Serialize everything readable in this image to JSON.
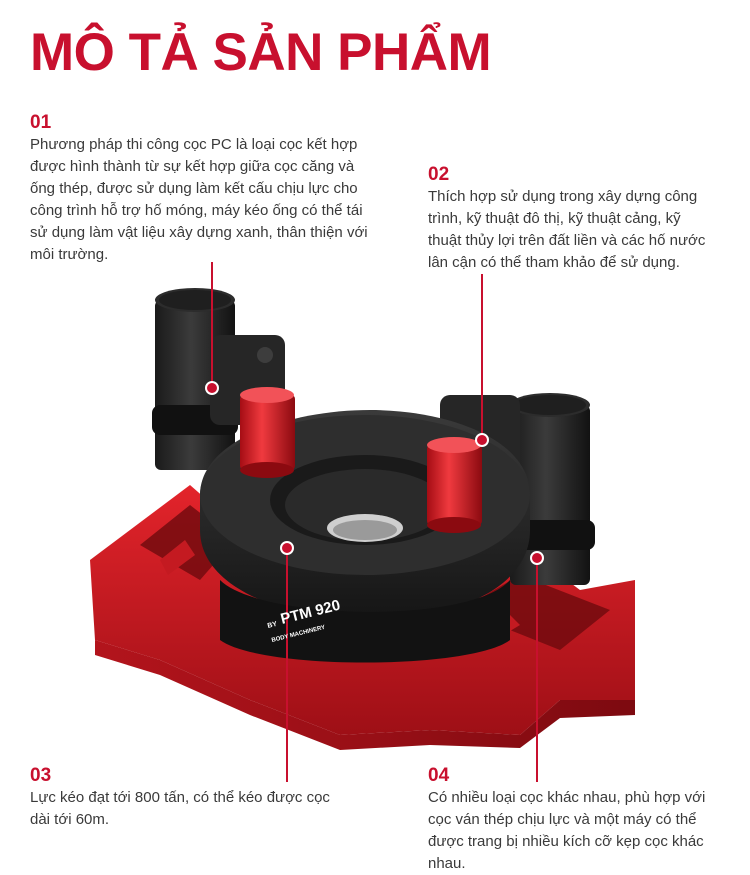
{
  "title": "MÔ TẢ SẢN PHẨM",
  "accent_color": "#c8102e",
  "features": [
    {
      "number": "01",
      "text": "Phương pháp thi công cọc PC là loại cọc kết hợp được hình thành từ sự kết hợp giữa cọc căng và ống thép, được sử dụng làm kết cấu chịu lực cho công trình hỗ trợ hố móng, máy kéo ống có thể tái sử dụng làm vật liệu xây dựng xanh, thân thiện với môi trường."
    },
    {
      "number": "02",
      "text": "Thích hợp sử dụng trong xây dựng công trình, kỹ thuật đô thị, kỹ thuật cảng, kỹ thuật thủy lợi trên đất liền và các hố nước lân cận có thể tham khảo để sử dụng."
    },
    {
      "number": "03",
      "text": "Lực kéo đạt tới 800 tấn, có thể kéo được cọc dài tới 60m."
    },
    {
      "number": "04",
      "text": "Có nhiều loại cọc khác nhau, phù hợp với cọc ván thép chịu lực và một máy có thể được trang bị nhiều kích cỡ kẹp cọc khác nhau."
    }
  ],
  "machine": {
    "brand_by": "BY",
    "model": "PTM 920",
    "maker": "BODY MACHINERY"
  }
}
